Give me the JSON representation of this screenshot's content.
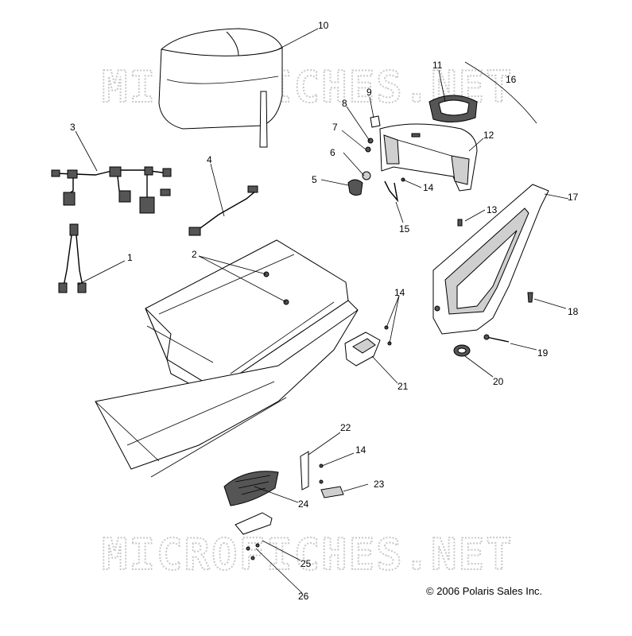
{
  "watermark": {
    "text": "MICROFICHES.NET"
  },
  "copyright": "© 2006 Polaris Sales Inc.",
  "callouts": [
    {
      "id": "c1",
      "label": "1"
    },
    {
      "id": "c2",
      "label": "2"
    },
    {
      "id": "c3",
      "label": "3"
    },
    {
      "id": "c4",
      "label": "4"
    },
    {
      "id": "c5",
      "label": "5"
    },
    {
      "id": "c6",
      "label": "6"
    },
    {
      "id": "c7",
      "label": "7"
    },
    {
      "id": "c8",
      "label": "8"
    },
    {
      "id": "c9",
      "label": "9"
    },
    {
      "id": "c10",
      "label": "10"
    },
    {
      "id": "c11",
      "label": "11"
    },
    {
      "id": "c12",
      "label": "12"
    },
    {
      "id": "c13",
      "label": "13"
    },
    {
      "id": "c14a",
      "label": "14"
    },
    {
      "id": "c14b",
      "label": "14"
    },
    {
      "id": "c14c",
      "label": "14"
    },
    {
      "id": "c15",
      "label": "15"
    },
    {
      "id": "c16",
      "label": "16"
    },
    {
      "id": "c17",
      "label": "17"
    },
    {
      "id": "c18",
      "label": "18"
    },
    {
      "id": "c19",
      "label": "19"
    },
    {
      "id": "c20",
      "label": "20"
    },
    {
      "id": "c21",
      "label": "21"
    },
    {
      "id": "c22",
      "label": "22"
    },
    {
      "id": "c23",
      "label": "23"
    },
    {
      "id": "c24",
      "label": "24"
    },
    {
      "id": "c25",
      "label": "25"
    },
    {
      "id": "c26",
      "label": "26"
    }
  ]
}
